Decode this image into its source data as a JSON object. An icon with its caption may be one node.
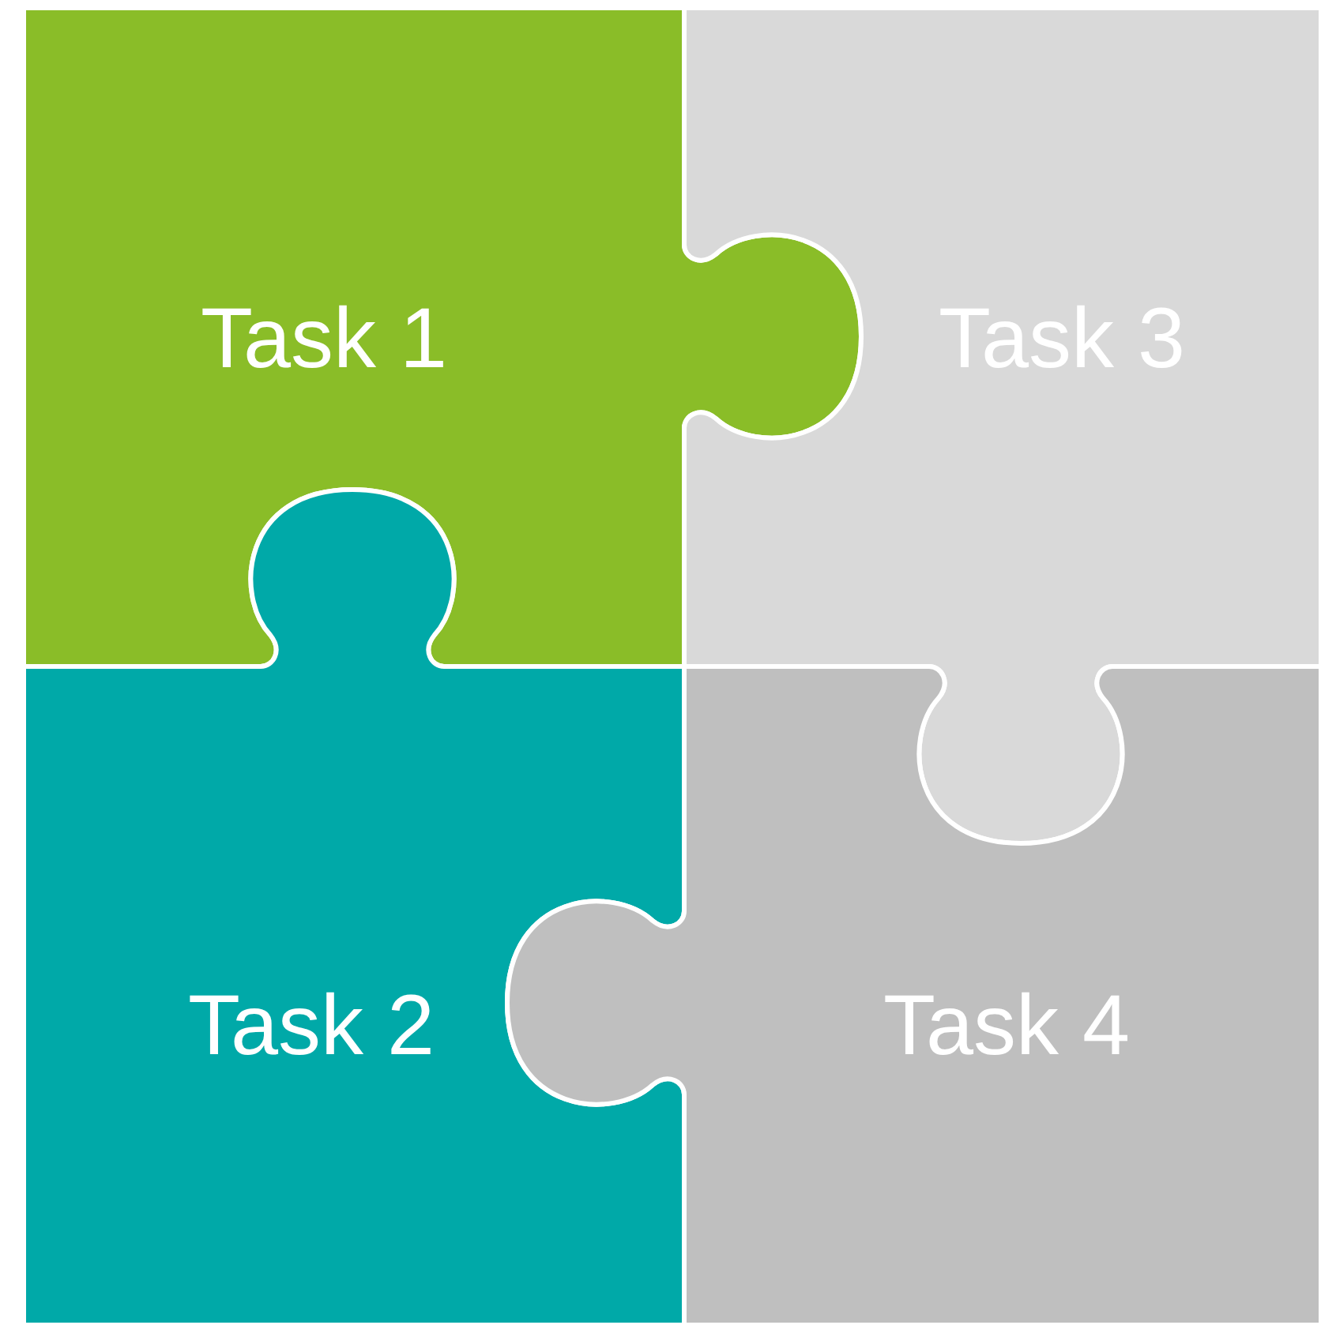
{
  "diagram": {
    "nodes": [
      {
        "text": [
          "Task 1"
        ]
      },
      {
        "text": [
          "Task 3"
        ]
      },
      {
        "text": [
          "Task 2"
        ]
      },
      {
        "text": [
          "Task 4"
        ]
      }
    ]
  }
}
